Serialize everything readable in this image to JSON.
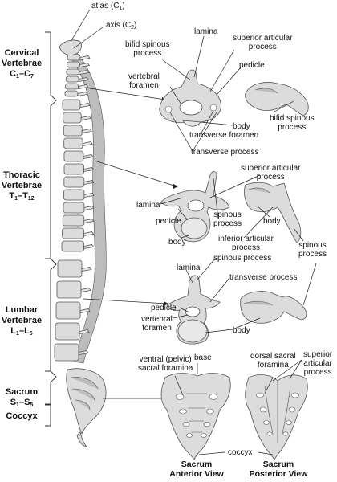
{
  "regions": {
    "cervical": {
      "name": "Cervical",
      "name2": "Vertebrae",
      "range": "C",
      "range_a": "1",
      "range_b": "7"
    },
    "thoracic": {
      "name": "Thoracic",
      "name2": "Vertebrae",
      "range": "T",
      "range_a": "1",
      "range_b": "12"
    },
    "lumbar": {
      "name": "Lumbar",
      "name2": "Vertebrae",
      "range": "L",
      "range_a": "1",
      "range_b": "5"
    },
    "sacrum": {
      "name": "Sacrum",
      "range": "S",
      "range_a": "1",
      "range_b": "5"
    },
    "coccyx": {
      "name": "Coccyx"
    }
  },
  "top_labels": {
    "atlas": "atlas (C",
    "atlas_sub": "1",
    "axis": "axis (C",
    "axis_sub": "2",
    "close": ")"
  },
  "cervical_labels": {
    "bifid_spinous_process": "bifid spinous",
    "bifid_spinous_process_2": "process",
    "lamina": "lamina",
    "superior_articular": "superior articular",
    "superior_articular_2": "process",
    "pedicle": "pedicle",
    "vertebral_foramen": "vertebral",
    "vertebral_foramen_2": "foramen",
    "body": "body",
    "bifid_spinous_right": "bifid spinous",
    "bifid_spinous_right_2": "process",
    "transverse_foramen": "transverse foramen",
    "transverse_process": "transverse process"
  },
  "thoracic_labels": {
    "superior_articular": "superior articular",
    "superior_articular_2": "process",
    "lamina": "lamina",
    "spinous_process": "spinous",
    "spinous_process_2": "process",
    "pedicle": "pedicle",
    "body": "body",
    "body_right": "body",
    "inferior_articular": "inferior articular",
    "inferior_articular_2": "process",
    "spinous_right": "spinous",
    "spinous_right_2": "process"
  },
  "lumbar_labels": {
    "lamina": "lamina",
    "spinous_process": "spinous process",
    "transverse_process": "transverse process",
    "pedicle": "pedicle",
    "vertebral_foramen": "vertebral",
    "vertebral_foramen_2": "foramen",
    "body": "body"
  },
  "sacrum_labels": {
    "ventral_foramina": "ventral (pelvic)",
    "ventral_foramina_2": "sacral foramina",
    "base": "base",
    "dorsal_foramina": "dorsal sacral",
    "dorsal_foramina_2": "foramina",
    "superior_articular": "superior",
    "superior_articular_2": "articular",
    "superior_articular_3": "process",
    "coccyx": "coccyx"
  },
  "captions": {
    "anterior_1": "Sacrum",
    "anterior_2": "Anterior View",
    "posterior_1": "Sacrum",
    "posterior_2": "Posterior View"
  }
}
